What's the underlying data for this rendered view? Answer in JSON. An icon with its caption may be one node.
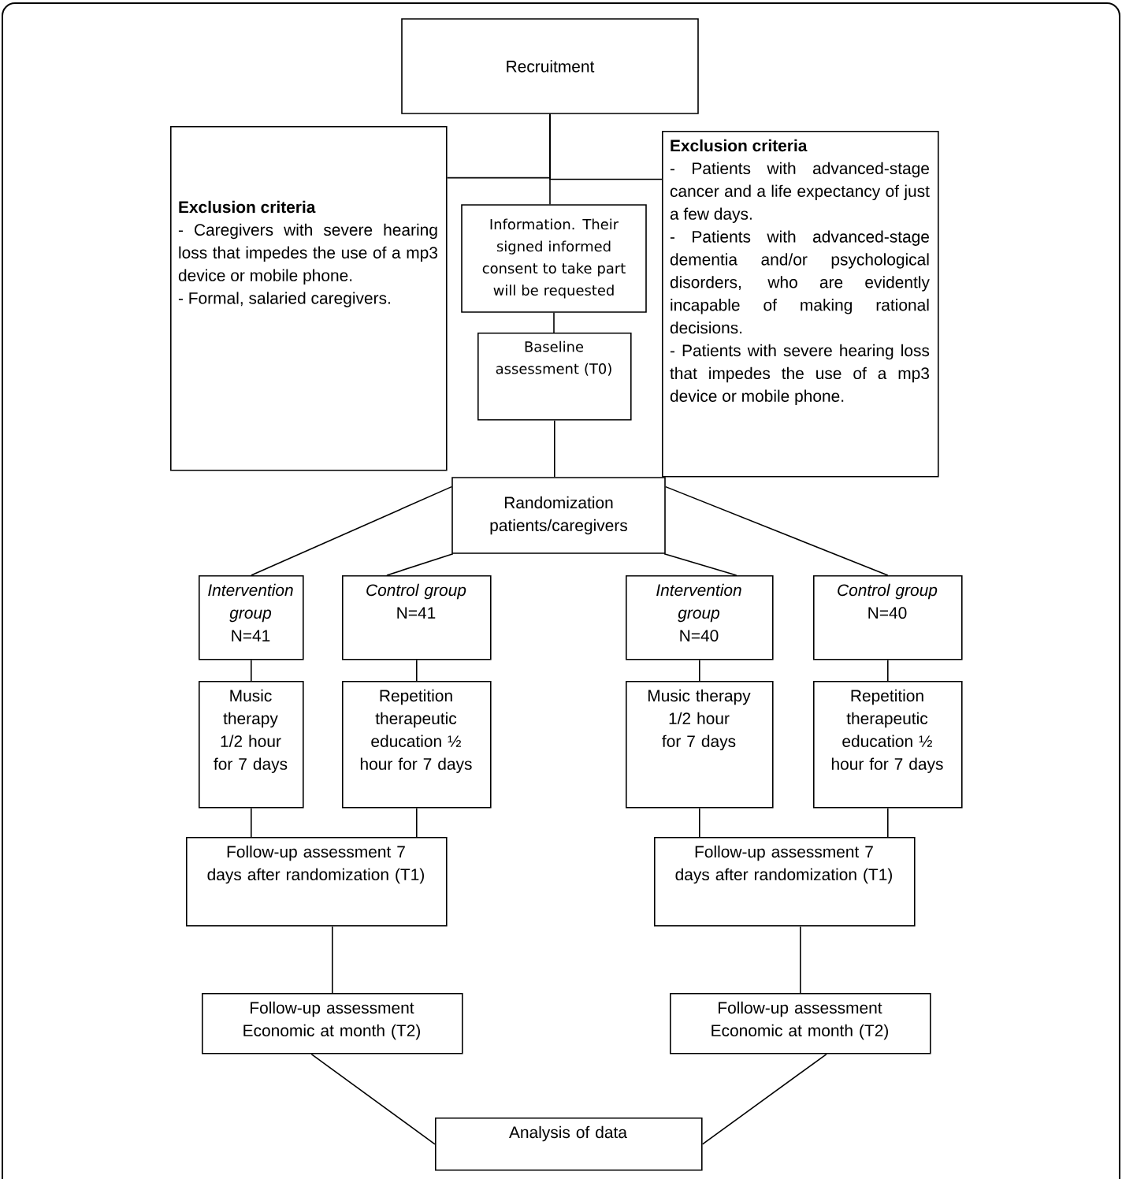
{
  "diagram": {
    "nodes": [
      {
        "text": [
          "Recruitment"
        ]
      },
      {
        "text": [
          "Exclusion criteria",
          "- Caregivers with severe hearing loss that impedes the use of a mp3 device or mobile phone.",
          "- Formal, salaried caregivers."
        ]
      },
      {
        "text": [
          "Exclusion criteria",
          "- Patients with advanced-stage cancer and a life expectancy of just a few days.",
          "- Patients with advanced-stage dementia and/or psychological disorders, who are evidently incapable of making rational decisions.",
          "- Patients with severe hearing loss that impedes the use of a mp3 device or mobile phone."
        ]
      },
      {
        "text": [
          "Information. Their signed informed consent to take part will be requested"
        ]
      },
      {
        "text": [
          "Baseline assessment (T0)"
        ]
      },
      {
        "text": [
          "Randomization patients/caregivers"
        ]
      },
      {
        "text": [
          "Intervention group",
          "N=41"
        ]
      },
      {
        "text": [
          "Control group",
          "N=41"
        ]
      },
      {
        "text": [
          "Intervention group",
          "N=40"
        ]
      },
      {
        "text": [
          "Control group",
          "N=40"
        ]
      },
      {
        "text": [
          "Music therapy 1/2 hour for 7 days"
        ]
      },
      {
        "text": [
          "Repetition therapeutic education ½ hour for 7 days"
        ]
      },
      {
        "text": [
          "Music therapy 1/2 hour for 7 days"
        ]
      },
      {
        "text": [
          "Repetition therapeutic education ½ hour for 7 days"
        ]
      },
      {
        "text": [
          "Follow-up assessment 7 days after randomization (T1)"
        ]
      },
      {
        "text": [
          "Follow-up assessment 7 days after randomization (T1)"
        ]
      },
      {
        "text": [
          "Follow-up assessment Economic at month (T2)"
        ]
      },
      {
        "text": [
          "Follow-up assessment Economic at month (T2)"
        ]
      },
      {
        "text": [
          "Analysis of data"
        ]
      }
    ],
    "edges": [
      {
        "from": 0,
        "to": 3,
        "arrow": "none"
      },
      {
        "from": 0,
        "to": 1,
        "arrow": "none"
      },
      {
        "from": 0,
        "to": 2,
        "arrow": "none"
      },
      {
        "from": 3,
        "to": 4,
        "arrow": "none"
      },
      {
        "from": 4,
        "to": 5,
        "arrow": "none"
      },
      {
        "from": 5,
        "to": 6,
        "arrow": "none"
      },
      {
        "from": 5,
        "to": 7,
        "arrow": "none"
      },
      {
        "from": 5,
        "to": 8,
        "arrow": "none"
      },
      {
        "from": 5,
        "to": 9,
        "arrow": "none"
      },
      {
        "from": 6,
        "to": 10,
        "arrow": "none"
      },
      {
        "from": 7,
        "to": 11,
        "arrow": "none"
      },
      {
        "from": 8,
        "to": 12,
        "arrow": "none"
      },
      {
        "from": 9,
        "to": 13,
        "arrow": "none"
      },
      {
        "from": 10,
        "to": 14,
        "arrow": "none"
      },
      {
        "from": 11,
        "to": 14,
        "arrow": "none"
      },
      {
        "from": 12,
        "to": 15,
        "arrow": "none"
      },
      {
        "from": 13,
        "to": 15,
        "arrow": "none"
      },
      {
        "from": 14,
        "to": 16,
        "arrow": "none"
      },
      {
        "from": 15,
        "to": 17,
        "arrow": "none"
      },
      {
        "from": 16,
        "to": 18,
        "arrow": "none"
      },
      {
        "from": 17,
        "to": 18,
        "arrow": "none"
      }
    ]
  }
}
